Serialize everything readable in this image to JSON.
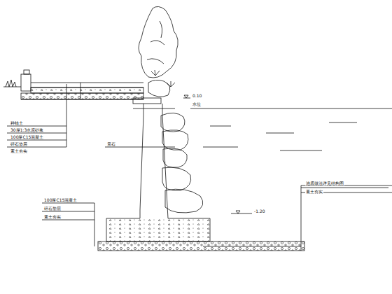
{
  "diagram": {
    "labels": [
      "种植土",
      "30厚1:3水泥砂浆",
      "100厚C15混凝土",
      "碎石垫层",
      "素土夯实",
      "景石",
      "0.10",
      "水位",
      "-1.20",
      "100厚C15混凝土",
      "碎石垫层",
      "素土夯实",
      "池底做法详见结构图",
      "素土夯实"
    ]
  }
}
